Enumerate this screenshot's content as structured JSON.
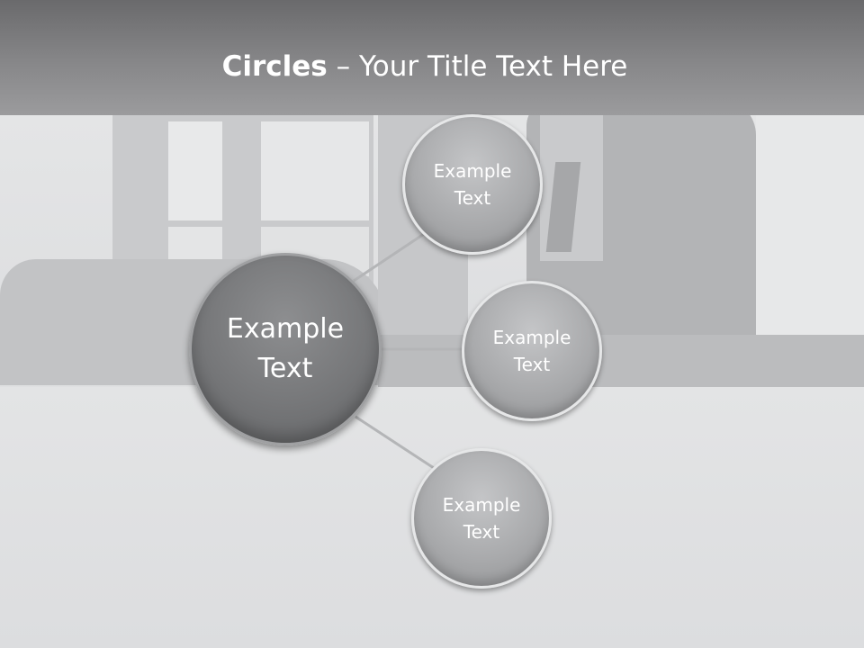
{
  "title": {
    "bold": "Circles",
    "rest": " – Your Title Text Here"
  },
  "diagram": {
    "center": {
      "label": "Example\nText"
    },
    "nodes": [
      {
        "label": "Example\nText"
      },
      {
        "label": "Example\nText"
      },
      {
        "label": "Example\nText"
      }
    ]
  },
  "colors": {
    "title_band": "#7d7d7f",
    "center_fill": "#767779",
    "node_fill": "#a9aaac",
    "connector": "#b4b5b7",
    "text": "#ffffff"
  }
}
